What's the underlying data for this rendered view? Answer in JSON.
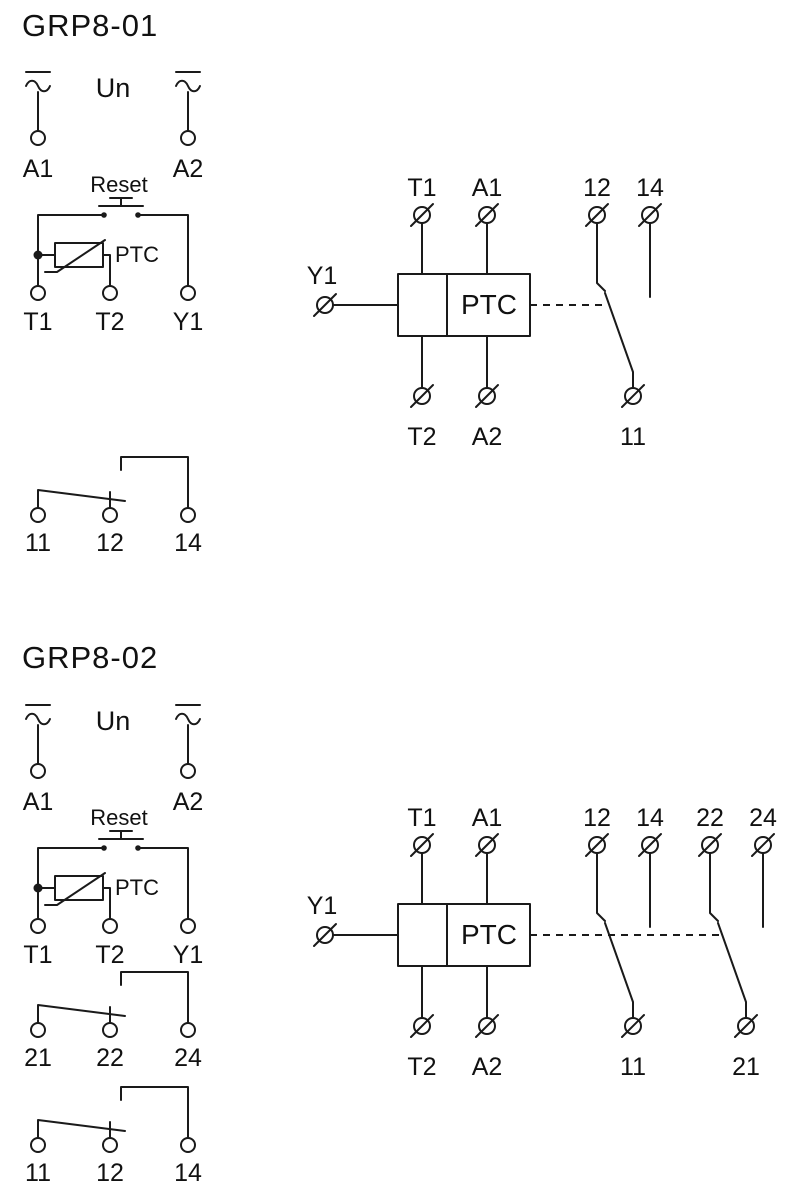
{
  "page": {
    "background": "#ffffff",
    "line_color": "#1a1a1a"
  },
  "diagrams": [
    {
      "title": "GRP8-01",
      "schematic": {
        "supply_voltage_label": "Un",
        "reset_label": "Reset",
        "ptc_label": "PTC",
        "terminal_a1": "A1",
        "terminal_a2": "A2",
        "terminal_t1": "T1",
        "terminal_t2": "T2",
        "terminal_y1": "Y1",
        "contact_rows": [
          {
            "common": "11",
            "nc": "12",
            "no": "14"
          }
        ]
      },
      "block_view": {
        "top_t1": "T1",
        "top_a1": "A1",
        "top_12": "12",
        "top_14": "14",
        "left_y1": "Y1",
        "box_label": "PTC",
        "bottom_t2": "T2",
        "bottom_a2": "A2",
        "bottom_11": "11"
      }
    },
    {
      "title": "GRP8-02",
      "schematic": {
        "supply_voltage_label": "Un",
        "reset_label": "Reset",
        "ptc_label": "PTC",
        "terminal_a1": "A1",
        "terminal_a2": "A2",
        "terminal_t1": "T1",
        "terminal_t2": "T2",
        "terminal_y1": "Y1",
        "contact_rows": [
          {
            "common": "21",
            "nc": "22",
            "no": "24"
          },
          {
            "common": "11",
            "nc": "12",
            "no": "14"
          }
        ]
      },
      "block_view": {
        "top_t1": "T1",
        "top_a1": "A1",
        "top_12": "12",
        "top_14": "14",
        "top_22": "22",
        "top_24": "24",
        "left_y1": "Y1",
        "box_label": "PTC",
        "bottom_t2": "T2",
        "bottom_a2": "A2",
        "bottom_11": "11",
        "bottom_21": "21"
      }
    }
  ]
}
